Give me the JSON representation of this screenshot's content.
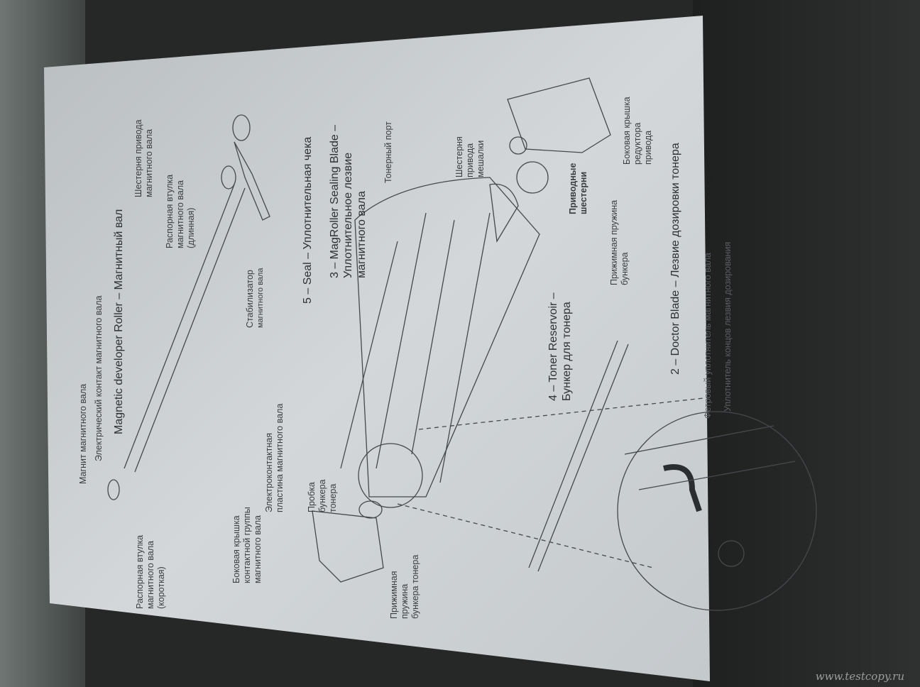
{
  "labels": {
    "magnet": "Магнит магнитного вала",
    "contact": "Электрический контакт магнитного вала",
    "roller": "Magnetic developer Roller – Магнитный вал",
    "roller_gear": [
      "Шестерня привода",
      "магнитного вала"
    ],
    "bushing_long": [
      "Распорная втулка",
      "магнитного вала",
      "(длинная)"
    ],
    "stabilizer": [
      "Стабилизатор",
      "магнитного вала"
    ],
    "bushing_short": [
      "Распорная втулка",
      "магнитного вала",
      "(короткая)"
    ],
    "side_cover_contact": [
      "Боковая крышка",
      "контактной группы",
      "магнитного вала"
    ],
    "contact_plate": [
      "Электроконтактная",
      "пластина магнитного вала"
    ],
    "toner_plug": [
      "Пробка",
      "бункера",
      "тонера"
    ],
    "hopper_spring": [
      "Прижимная",
      "пружина",
      "бункера тонера"
    ],
    "seal": "5 – Seal – Уплотнительная чека",
    "sealing_blade": [
      "3 – MagRoller Sealing Blade –",
      "Уплотнительное лезвие",
      "магнитного вала"
    ],
    "toner_port": "Тонерный порт",
    "agitator_gear": [
      "Шестерня",
      "привода",
      "мешалки"
    ],
    "reservoir": [
      "4 – Toner Reservoir –",
      "Бункер для тонера"
    ],
    "drive_gears": [
      "Приводные",
      "шестерни"
    ],
    "reservoir_spring": [
      "Прижимная пружина",
      "бункера"
    ],
    "gear_cover": [
      "Боковая крышка",
      "редуктора",
      "привода"
    ],
    "doctor_blade": "2 – Doctor Blade – Лезвие дозировки тонера",
    "felt_seal": "Фетровый уплотнитель магнитного вала",
    "blade_end_seal": "Уплотнитель концов лезвия дозирования"
  },
  "watermark": "www.testcopy.ru"
}
